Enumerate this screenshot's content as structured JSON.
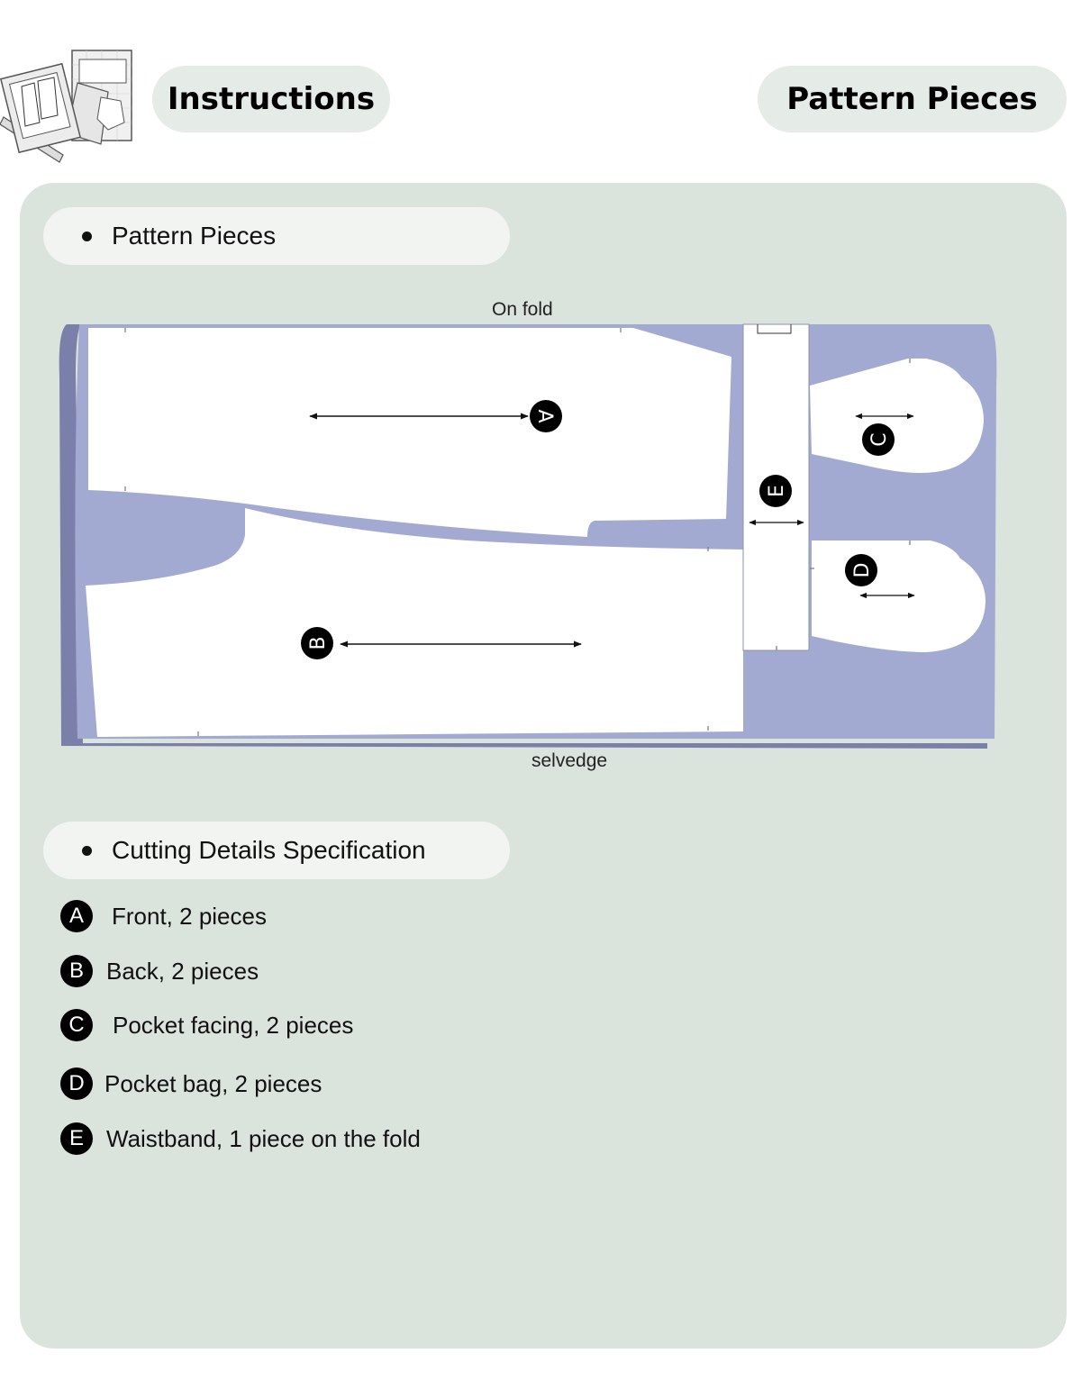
{
  "header": {
    "left_title": "Instructions",
    "right_title": "Pattern Pieces"
  },
  "logo": {
    "icon": "pattern-sheets-illustration-icon"
  },
  "sections": {
    "pattern_pieces": {
      "heading": "Pattern Pieces"
    },
    "cutting": {
      "heading": "Cutting Details Specification"
    }
  },
  "diagram": {
    "fold_label": "On fold",
    "selvedge_label": "selvedge",
    "fabric_color": "#a3aad2",
    "fabric_edge_color": "#7a80aa",
    "piece_color": "#ffffff",
    "piece_labels": {
      "a": "A",
      "b": "B",
      "c": "C",
      "d": "D",
      "e": "E"
    }
  },
  "cutting_list": [
    {
      "letter": "A",
      "text": "Front, 2 pieces"
    },
    {
      "letter": "B",
      "text": "Back, 2 pieces"
    },
    {
      "letter": "C",
      "text": "Pocket facing, 2 pieces"
    },
    {
      "letter": "D",
      "text": "Pocket bag, 2 pieces"
    },
    {
      "letter": "E",
      "text": "Waistband, 1 piece on the fold"
    }
  ],
  "colors": {
    "panel_background": "#dbe3dd",
    "header_pill": "#e5ebe7",
    "section_pill": "#f1f4f1",
    "badge": "#000000"
  }
}
